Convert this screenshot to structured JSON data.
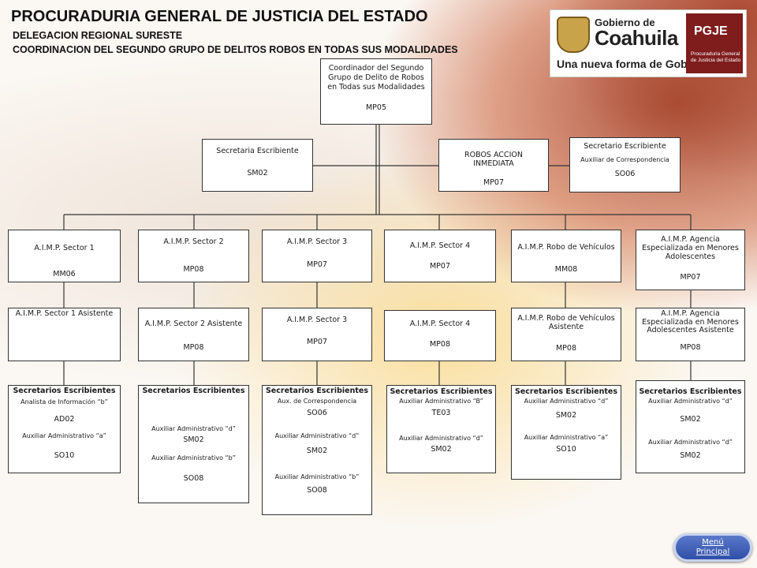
{
  "header": {
    "title": "PROCURADURIA GENERAL DE JUSTICIA DEL ESTADO",
    "subtitle1": "DELEGACION REGIONAL SURESTE",
    "subtitle2": "COORDINACION DEL SEGUNDO GRUPO DE DELITOS ROBOS EN TODAS SUS MODALIDADES"
  },
  "logo": {
    "gobierno": "Gobierno de",
    "state": "Coahuila",
    "tagline": "Una nueva forma de Gobernar",
    "agency": "PGJE",
    "agency_full": "Procuraduria General de Justicia del Estado"
  },
  "coordinator": {
    "title1": "Coordinador del Segundo",
    "title2": "Grupo de Delito de Robos",
    "title3": "en Todas sus Modalidades",
    "code": "MP05"
  },
  "secretaria": {
    "title": "Secretaria Escribiente",
    "code": "SM02"
  },
  "robos": {
    "title1": "ROBOS ACCION",
    "title2": "INMEDIATA",
    "code": "MP07"
  },
  "secretario": {
    "title": "Secretario Escribiente",
    "sub": "Auxiliar de Correspondencia",
    "code": "SO06"
  },
  "row1": [
    {
      "title": "A.I.M.P. Sector 1",
      "code": "MM06"
    },
    {
      "title": "A.I.M.P. Sector 2",
      "code": "MP08"
    },
    {
      "title": "A.I.M.P. Sector 3",
      "code": "MP07"
    },
    {
      "title": "A.I.M.P. Sector 4",
      "code": "MP07"
    },
    {
      "title": "A.I.M.P. Robo de Vehículos",
      "code": "MM08"
    },
    {
      "title1": "A.I.M.P. Agencia",
      "title2": "Especializada en Menores",
      "title3": "Adolescentes",
      "code": "MP07"
    }
  ],
  "row2": [
    {
      "title": "A.I.M.P. Sector 1 Asistente"
    },
    {
      "title": "A.I.M.P. Sector 2 Asistente",
      "code": "MP08"
    },
    {
      "title": "A.I.M.P. Sector 3",
      "code": "MP07"
    },
    {
      "title": "A.I.M.P. Sector 4",
      "code": "MP08"
    },
    {
      "title1": "A.I.M.P. Robo de Vehículos",
      "title2": "Asistente",
      "code": "MP08"
    },
    {
      "title1": "A.I.M.P. Agencia",
      "title2": "Especializada en Menores",
      "title3": "Adolescentes Asistente",
      "code": "MP08"
    }
  ],
  "row3": [
    {
      "header": "Secretarios Escribientes",
      "l1": "Analista de Información “b”",
      "c1": "AD02",
      "l2": "Auxiliar Administrativo “a”",
      "c2": "SO10"
    },
    {
      "header": "Secretarios Escribientes",
      "l1": "Auxiliar Administrativo “d”",
      "c1": "SM02",
      "l2": "Auxiliar Administrativo “b”",
      "c2": "SO08"
    },
    {
      "header": "Secretarios Escribientes",
      "l1": "Aux. de Correspondencia",
      "c1": "SO06",
      "l2": "Auxiliar Administrativo “d”",
      "c2": "SM02",
      "l3": "Auxiliar Administrativo “b”",
      "c3": "SO08"
    },
    {
      "header": "Secretarios Escribientes",
      "l1": "Auxiliar Administrativo “B”",
      "c1": "TE03",
      "l2": "Auxiliar Administrativo “d”",
      "c2": "SM02"
    },
    {
      "header": "Secretarios Escribientes",
      "l1": "Auxiliar Administrativo “d”",
      "c1": "SM02",
      "l2": "Auxiliar Administrativo “a”",
      "c2": "SO10"
    },
    {
      "header": "Secretarios Escribientes",
      "l1": "Auxiliar Administrativo “d”",
      "c1": "SM02",
      "l2": "Auxiliar Administrativo “d”",
      "c2": "SM02"
    }
  ],
  "menu": {
    "line1": "Menú",
    "line2": "Principal"
  }
}
